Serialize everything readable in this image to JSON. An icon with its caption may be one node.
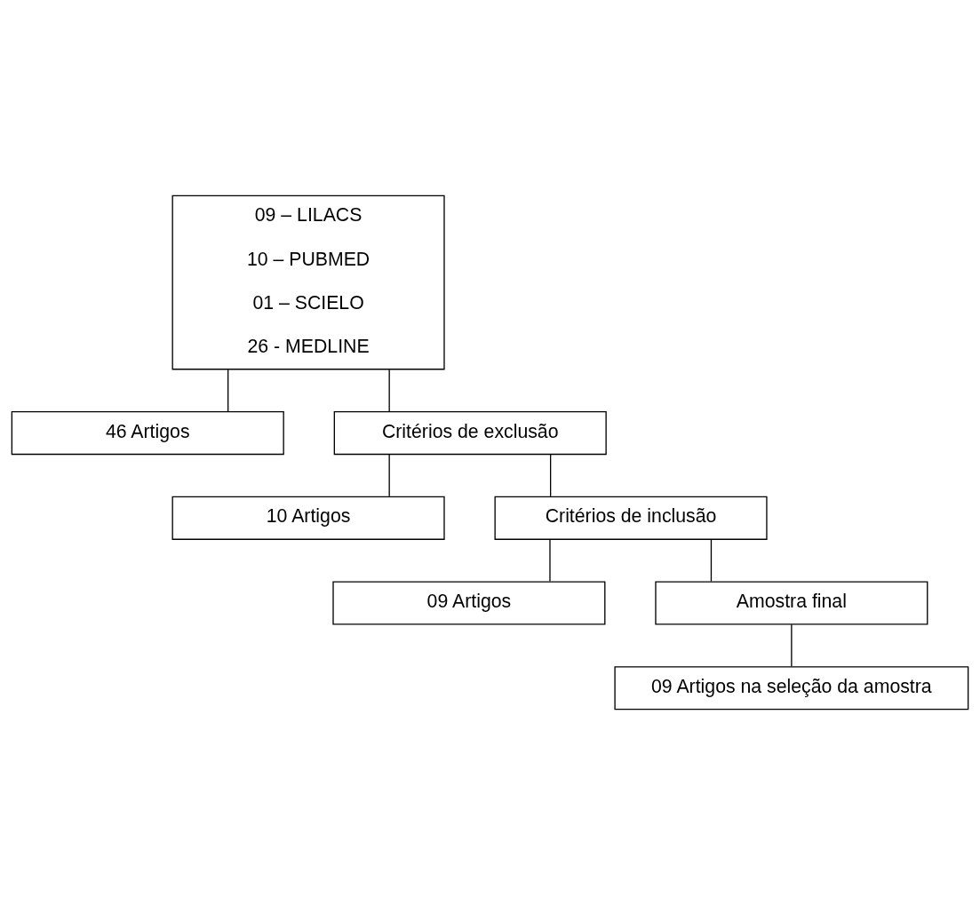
{
  "diagram": {
    "nodes": [
      {
        "text": [
          "09 – LILACS",
          "10 – PUBMED",
          "01 – SCIELO",
          "26 - MEDLINE"
        ]
      },
      {
        "text": [
          "46 Artigos"
        ]
      },
      {
        "text": [
          "Critérios de exclusão"
        ]
      },
      {
        "text": [
          "10 Artigos"
        ]
      },
      {
        "text": [
          "Critérios de inclusão"
        ]
      },
      {
        "text": [
          "09 Artigos"
        ]
      },
      {
        "text": [
          "Amostra final"
        ]
      },
      {
        "text": [
          "09 Artigos na seleção da amostra"
        ]
      }
    ],
    "edges": [
      {
        "from": 0,
        "to": 1,
        "arrow": "none"
      },
      {
        "from": 0,
        "to": 2,
        "arrow": "none"
      },
      {
        "from": 2,
        "to": 3,
        "arrow": "none"
      },
      {
        "from": 2,
        "to": 4,
        "arrow": "none"
      },
      {
        "from": 4,
        "to": 5,
        "arrow": "none"
      },
      {
        "from": 4,
        "to": 6,
        "arrow": "none"
      },
      {
        "from": 6,
        "to": 7,
        "arrow": "none"
      }
    ]
  }
}
